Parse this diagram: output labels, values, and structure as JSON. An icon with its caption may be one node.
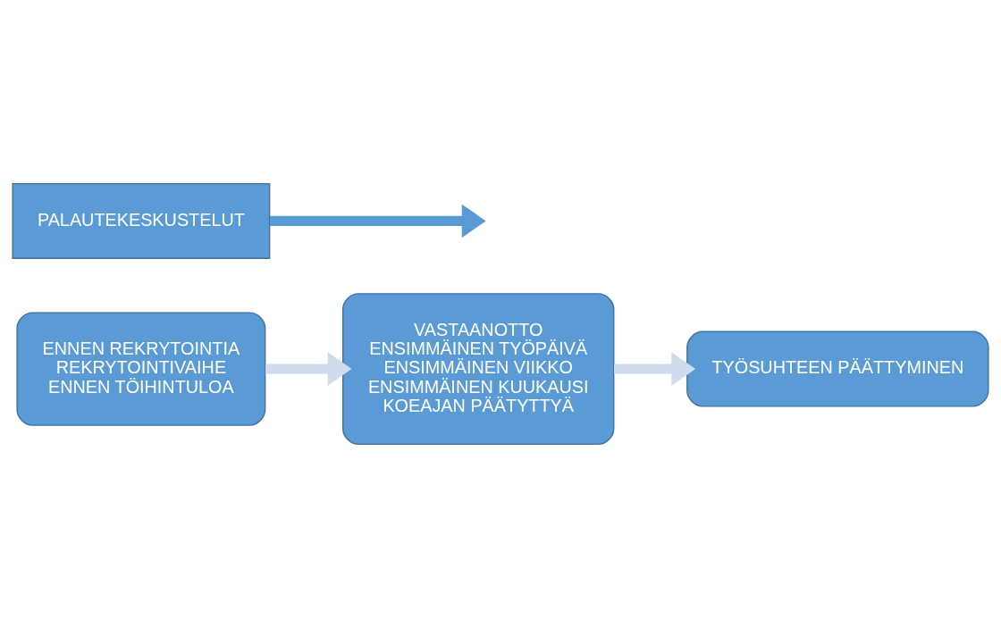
{
  "diagram": {
    "nodes": [
      {
        "text": [
          "ENNEN REKRYTOINTIA",
          "REKRYTOINTIVAIHE",
          "ENNEN TÖIHINTULOA"
        ]
      },
      {
        "text": [
          "VASTAANOTTO",
          "ENSIMMÄINEN TYÖPÄIVÄ",
          "ENSIMMÄINEN VIIKKO",
          "ENSIMMÄINEN KUUKAUSI",
          "KOEAJAN PÄÄTYTTYÄ"
        ]
      },
      {
        "text": [
          "TYÖSUHTEEN PÄÄTTYMINEN"
        ]
      },
      {
        "text": [
          "PALAUTEKESKUSTELUT"
        ]
      }
    ],
    "edges": [
      {
        "from": 0,
        "to": 1,
        "arrow": "to",
        "color": "#d0dcee"
      },
      {
        "from": 1,
        "to": 2,
        "arrow": "to",
        "color": "#d0dcee"
      },
      {
        "from": 3,
        "to": null,
        "arrow": "to",
        "color": "#5b9bd5"
      }
    ]
  }
}
